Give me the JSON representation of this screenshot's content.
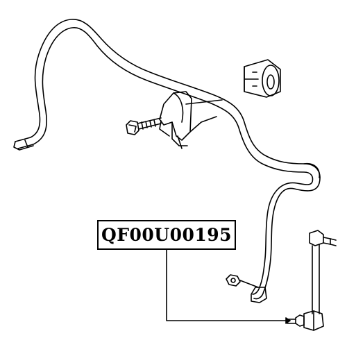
{
  "part_label": {
    "number": "QF00U00195"
  },
  "components": [
    {
      "name": "stabilizer-bar",
      "icon": "stabilizer-bar-icon"
    },
    {
      "name": "bushing-right",
      "icon": "rubber-bushing-icon"
    },
    {
      "name": "bracket-left",
      "icon": "bushing-bracket-icon"
    },
    {
      "name": "bolt",
      "icon": "bolt-icon"
    },
    {
      "name": "stabilizer-link",
      "icon": "stabilizer-link-icon"
    },
    {
      "name": "nut",
      "icon": "nut-icon"
    },
    {
      "name": "link-bolt",
      "icon": "link-bolt-icon"
    }
  ],
  "colors": {
    "line": "#000000",
    "background": "#ffffff"
  }
}
